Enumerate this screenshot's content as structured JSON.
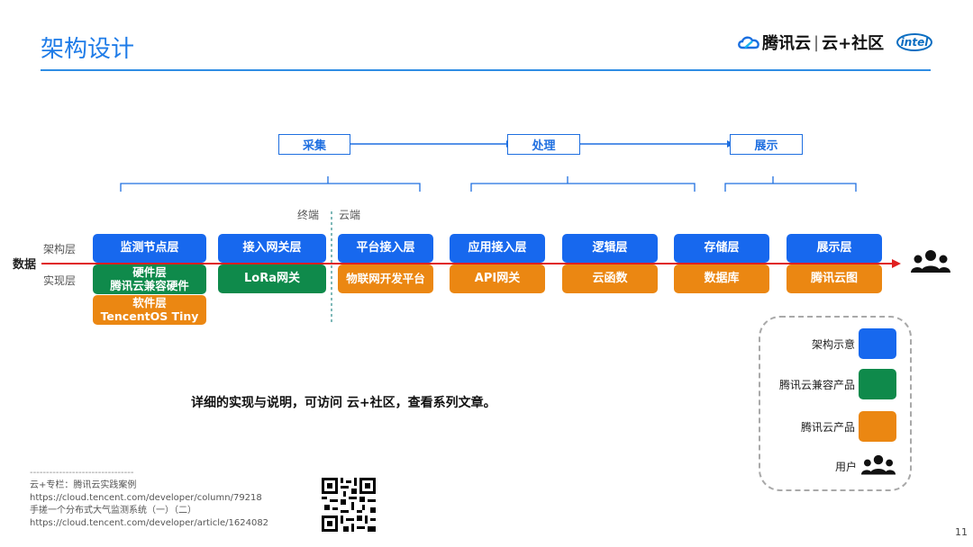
{
  "header": {
    "title": "架构设计",
    "brand_tencent": "腾讯云",
    "brand_community": "云+社区",
    "brand_intel": "intel"
  },
  "stages": [
    "采集",
    "处理",
    "展示"
  ],
  "zones": {
    "terminal": "终端",
    "cloud": "云端"
  },
  "row_labels": {
    "data": "数据",
    "arch": "架构层",
    "impl": "实现层"
  },
  "columns": [
    {
      "arch": "监测节点层",
      "impl": "硬件层\n腾讯云兼容硬件",
      "impl2": "软件层\nTencentOS Tiny"
    },
    {
      "arch": "接入网关层",
      "impl": "LoRa网关"
    },
    {
      "arch": "平台接入层",
      "impl": "物联网开发平台"
    },
    {
      "arch": "应用接入层",
      "impl": "API网关"
    },
    {
      "arch": "逻辑层",
      "impl": "云函数"
    },
    {
      "arch": "存储层",
      "impl": "数据库"
    },
    {
      "arch": "展示层",
      "impl": "腾讯云图"
    }
  ],
  "legend": {
    "arch": "架构示意",
    "compatible": "腾讯云兼容产品",
    "product": "腾讯云产品",
    "user": "用户"
  },
  "note": "详细的实现与说明，可访问 云+社区，查看系列文章。",
  "footer": {
    "divider": "--------------------------------",
    "line1": "云+专栏：腾讯云实践案例",
    "line2": "https://cloud.tencent.com/developer/column/79218",
    "line3": "手搓一个分布式大气监测系统（一）（二）",
    "line4": "https://cloud.tencent.com/developer/article/1624082"
  },
  "page_number": "11",
  "colors": {
    "blue": "#1768ee",
    "green": "#0f8a4b",
    "orange": "#eb8712",
    "accent": "#1f7ce8",
    "data_line": "#e02020"
  },
  "icons": {
    "users": "users-icon",
    "qr": "qr-code-icon",
    "cloud_logo": "tencent-cloud-logo-icon"
  }
}
